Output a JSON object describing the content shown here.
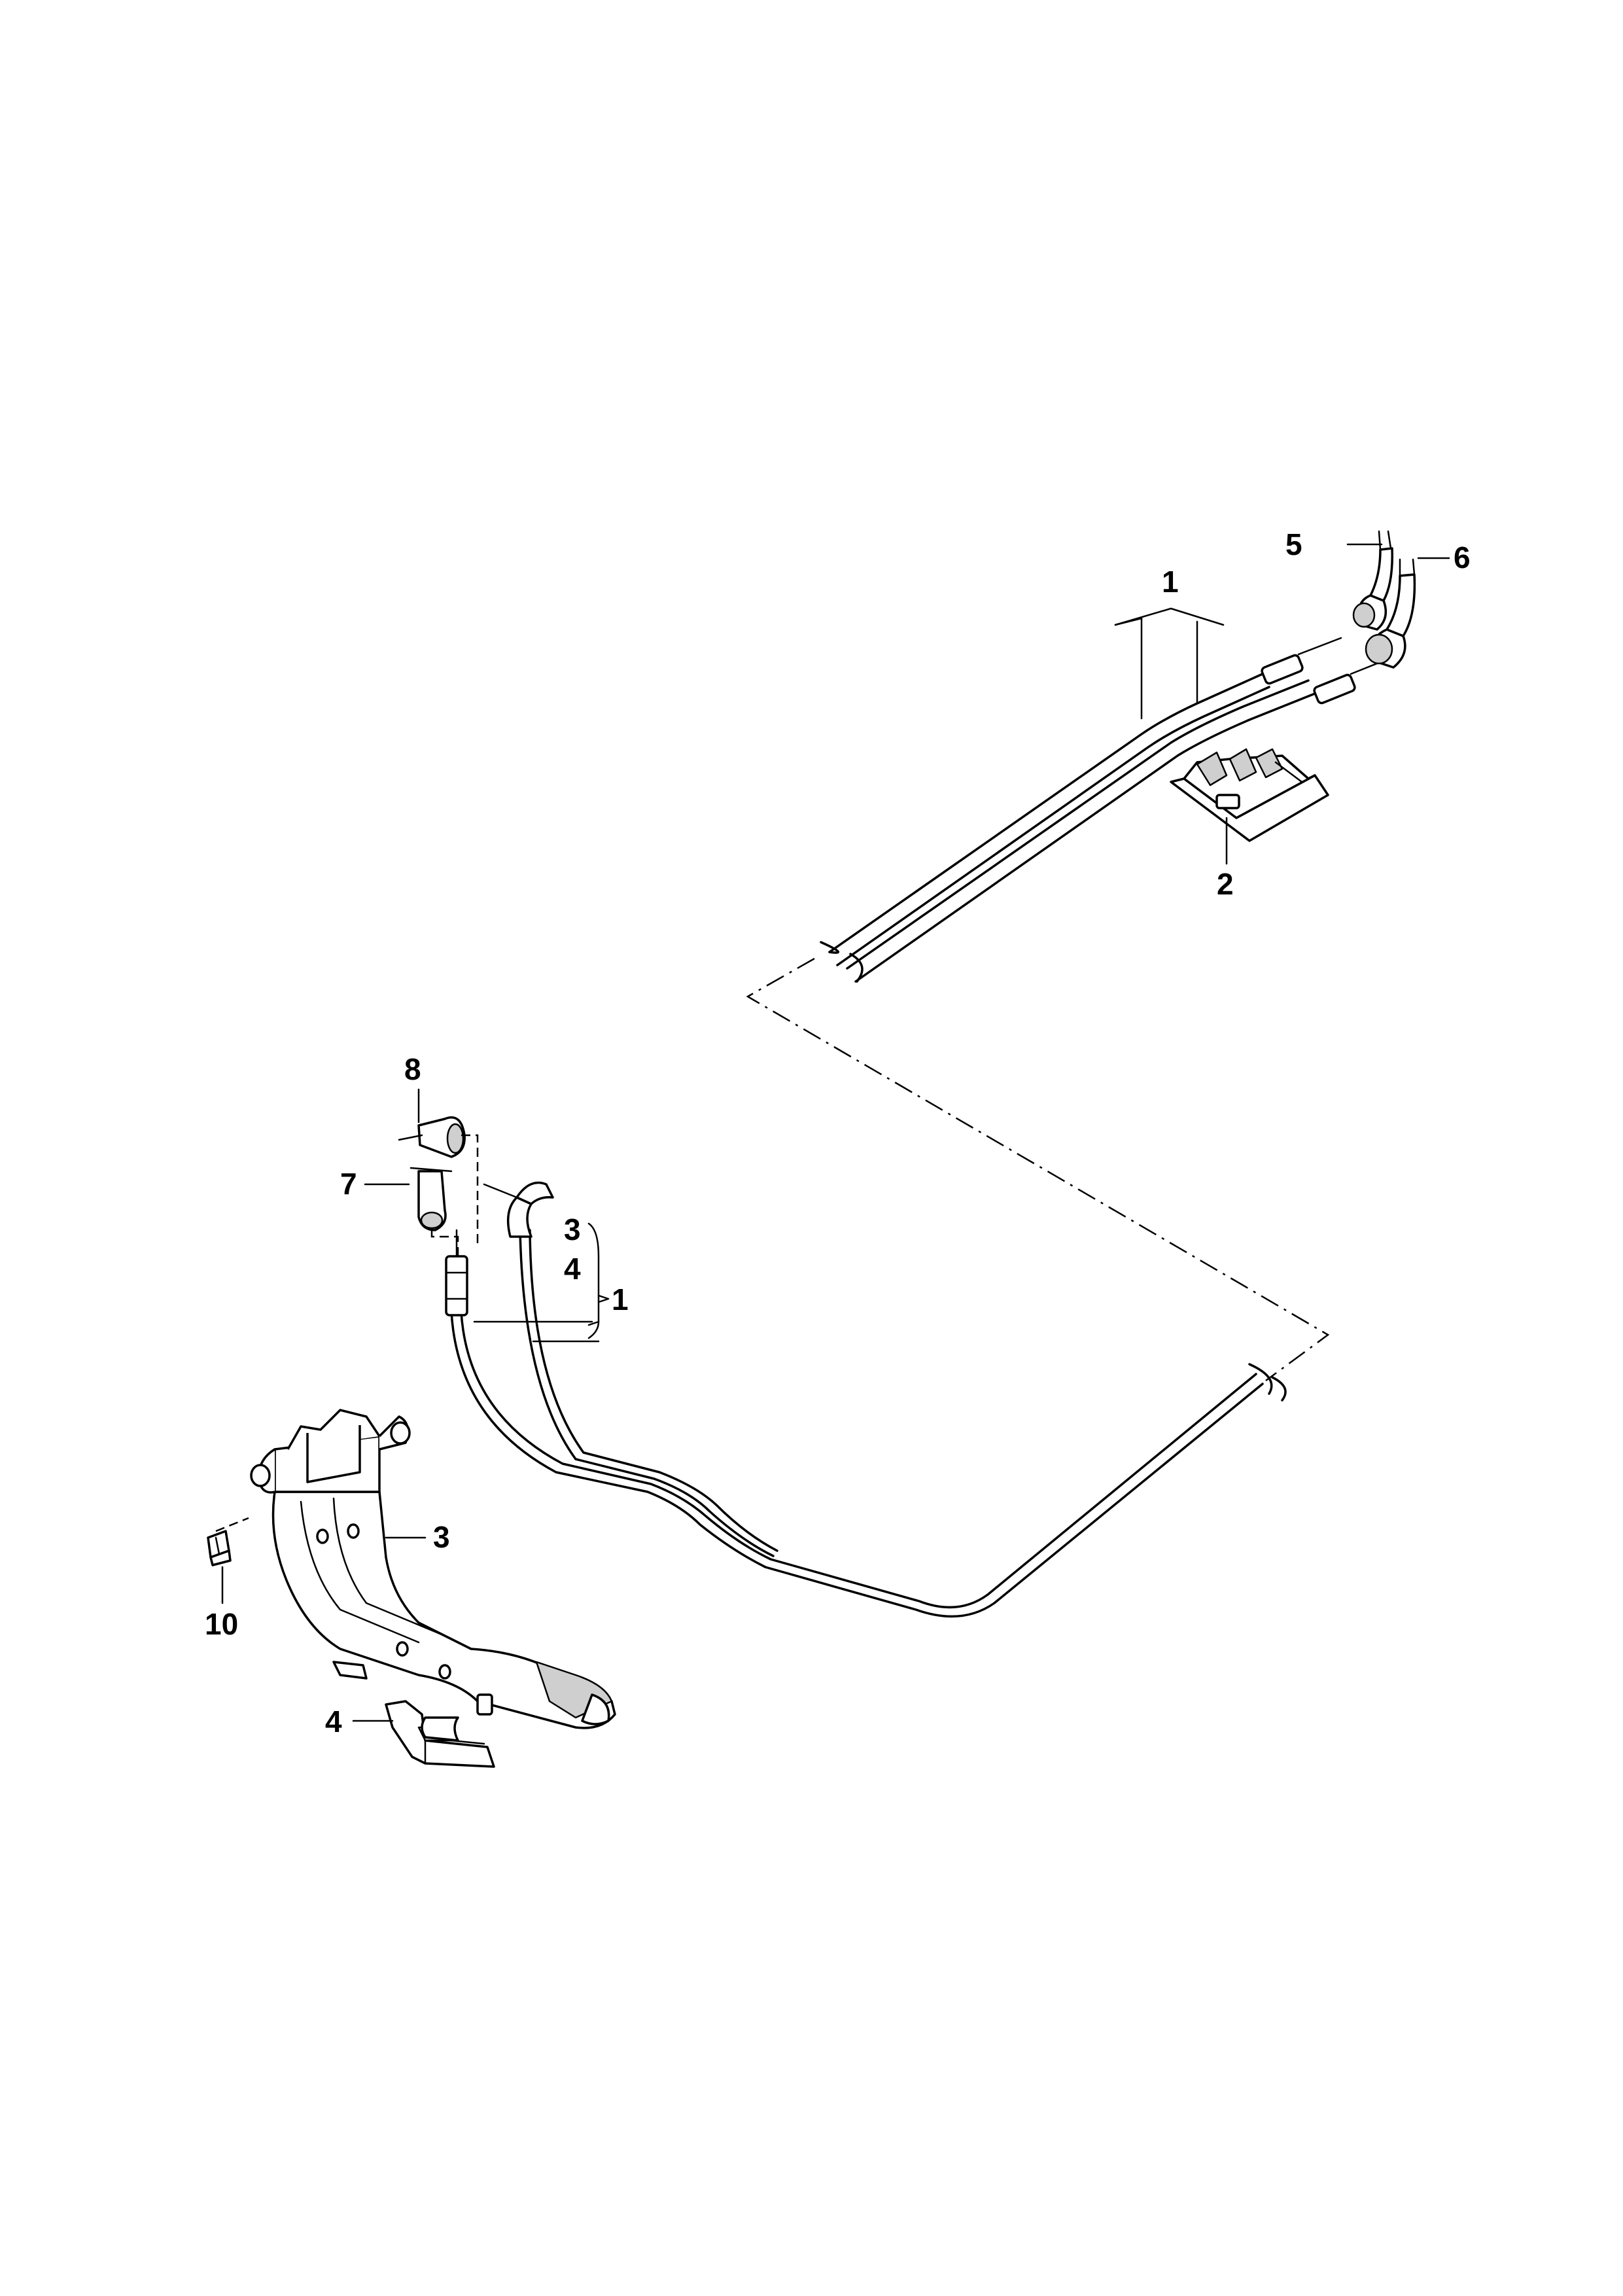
{
  "callouts": {
    "c1_top": "1",
    "c2": "2",
    "c3_bracket": "3",
    "c4_bracket": "4",
    "c1_bracket": "1",
    "c3_duct": "3",
    "c4_bracket_part": "4",
    "c5": "5",
    "c6": "6",
    "c7": "7",
    "c8": "8",
    "c10": "10"
  },
  "colors": {
    "line": "#000000",
    "background": "#ffffff",
    "shade": "#cfcfcf"
  }
}
